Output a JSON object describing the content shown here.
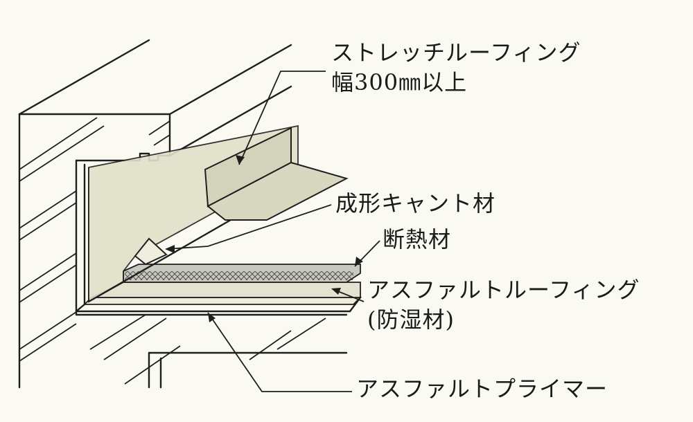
{
  "labels": {
    "stretch_roofing": "ストレッチルーフィング",
    "stretch_roofing_width": "幅300㎜以上",
    "cant_strip": "成形キャント材",
    "insulation": "断熱材",
    "asphalt_roofing": "アスファルトルーフィング",
    "asphalt_roofing_note": "(防湿材)",
    "asphalt_primer": "アスファルトプライマー"
  },
  "colors": {
    "background": "#fbfaf2",
    "line": "#1e1e1e",
    "membrane_fill": "#dcdcc6",
    "insulation_fill": "#c9c9c0",
    "primer_fill": "#ecebdc"
  }
}
